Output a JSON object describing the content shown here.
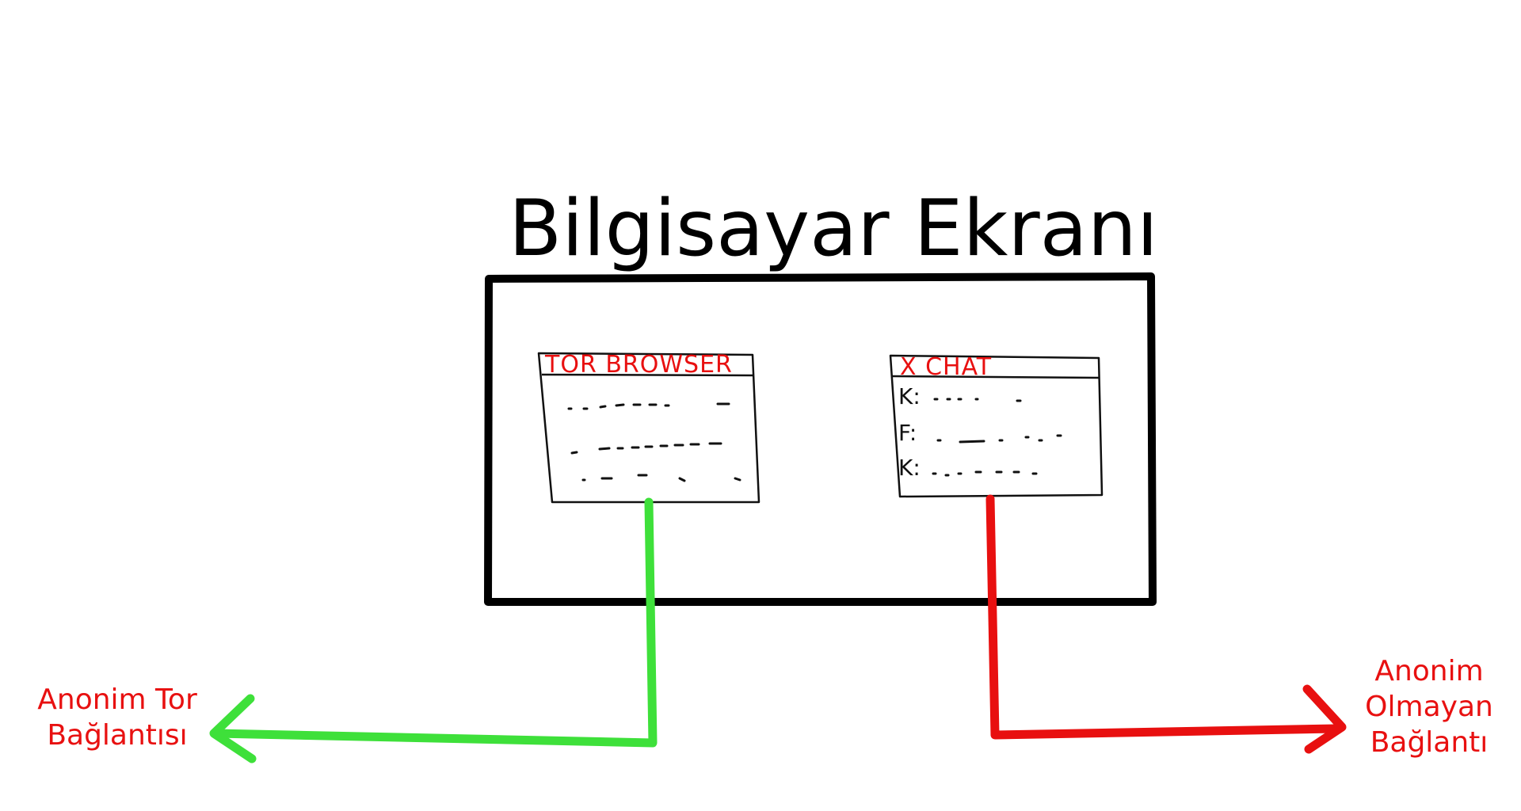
{
  "title": "Bilgisayar Ekranı",
  "windows": {
    "tor": {
      "title": "TOR BROWSER"
    },
    "chat": {
      "title": "X CHAT",
      "rows": [
        "K:",
        "F:",
        "K:"
      ]
    }
  },
  "connections": {
    "anonymous": {
      "lines": [
        "Anonim Tor",
        "Bağlantısı"
      ],
      "color": "#3ee03a"
    },
    "non_anonymous": {
      "lines": [
        "Anonim",
        "Olmayan",
        "Bağlantı"
      ],
      "color": "#e81010"
    }
  },
  "colors": {
    "screen_border": "#000000",
    "window_title_text": "#e81010"
  }
}
